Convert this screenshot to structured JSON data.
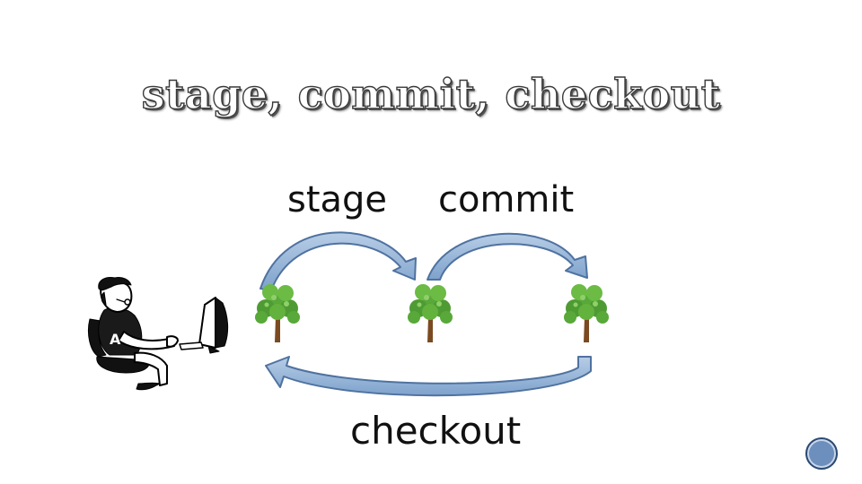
{
  "title": "stage, commit, checkout",
  "labels": {
    "stage": "stage",
    "commit": "commit",
    "checkout": "checkout"
  },
  "person_shirt_letter": "A",
  "colors": {
    "arrow_fill": "#8fb0d4",
    "arrow_stroke": "#4f72a0",
    "foliage": "#58a83a",
    "trunk": "#7b4a20",
    "nav_button": "#6d8fbd"
  },
  "icons": [
    "person-at-computer-icon",
    "tree-icon",
    "curved-arrow-icon"
  ]
}
